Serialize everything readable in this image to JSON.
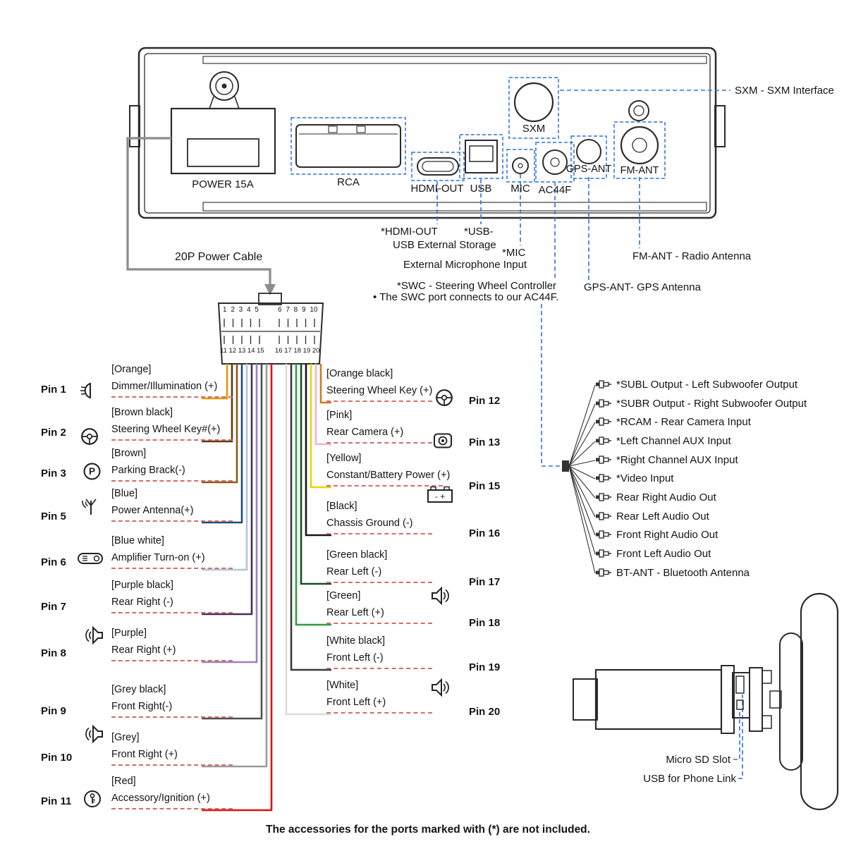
{
  "rear_panel": {
    "power": "POWER 15A",
    "rca": "RCA",
    "hdmi": "HDMI-OUT",
    "usb": "USB",
    "mic": "MIC",
    "ac44f": "AC44F",
    "sxm": "SXM",
    "gps": "GPS-ANT",
    "fm": "FM-ANT"
  },
  "callouts": {
    "sxm": "SXM - SXM Interface",
    "hdmi": "*HDMI-OUT",
    "usb": "*USB-",
    "usb_storage": "USB External Storage",
    "mic": "*MIC",
    "mic_desc": "External Microphone Input",
    "swc": "*SWC - Steering Wheel Controller",
    "swc_desc": "• The SWC port connects to our AC44F.",
    "fm": "FM-ANT - Radio Antenna",
    "gps": "GPS-ANT- GPS Antenna",
    "power_cable": "20P Power Cable"
  },
  "connector": {
    "top_left": "1 2 3 4 5",
    "top_right": "6 7 8 9 10",
    "bottom_left": "11 12 13 14 15",
    "bottom_right": "16 17 18 19 20"
  },
  "pins_left": [
    {
      "pin": "Pin 1",
      "color": "[Orange]",
      "function": "Dimmer/Illumination (+)",
      "wire": "#e8940a"
    },
    {
      "pin": "Pin 2",
      "color": "[Brown black]",
      "function": "Steering Wheel Key#(+)",
      "wire": "#5c3a10"
    },
    {
      "pin": "Pin 3",
      "color": "[Brown]",
      "function": "Parking Brack(-)",
      "wire": "#8a5c16"
    },
    {
      "pin": "Pin 5",
      "color": "[Blue]",
      "function": "Power Antenna(+)",
      "wire": "#1e4e79"
    },
    {
      "pin": "Pin 6",
      "color": "[Blue white]",
      "function": "Amplifier Turn-on (+)",
      "wire": "#aec8dc"
    },
    {
      "pin": "Pin 7",
      "color": "[Purple black]",
      "function": "Rear Right (-)",
      "wire": "#4a2c5e"
    },
    {
      "pin": "Pin 8",
      "color": "[Purple]",
      "function": "Rear Right (+)",
      "wire": "#9c7fc0"
    },
    {
      "pin": "Pin 9",
      "color": "[Grey black]",
      "function": "Front Right(-)",
      "wire": "#4f4f4f"
    },
    {
      "pin": "Pin 10",
      "color": "[Grey]",
      "function": "Front Right (+)",
      "wire": "#9b9b9b"
    },
    {
      "pin": "Pin 11",
      "color": "[Red]",
      "function": "Accessory/Ignition (+)",
      "wire": "#e01010"
    }
  ],
  "pins_right": [
    {
      "pin": "Pin 12",
      "color": "[Orange black]",
      "function": "Steering Wheel Key (+)",
      "wire": "#c87d1e"
    },
    {
      "pin": "Pin 13",
      "color": "[Pink]",
      "function": "Rear Camera (+)",
      "wire": "#efb6c8"
    },
    {
      "pin": "Pin 15",
      "color": "[Yellow]",
      "function": "Constant/Battery Power (+)",
      "wire": "#e8d409"
    },
    {
      "pin": "Pin 16",
      "color": "[Black]",
      "function": "Chassis Ground (-)",
      "wire": "#161616"
    },
    {
      "pin": "Pin 17",
      "color": "[Green black]",
      "function": "Rear Left (-)",
      "wire": "#14501e"
    },
    {
      "pin": "Pin 18",
      "color": "[Green]",
      "function": "Rear Left (+)",
      "wire": "#2f9e41"
    },
    {
      "pin": "Pin 19",
      "color": "[White black]",
      "function": "Front Left (-)",
      "wire": "#3a3a3a"
    },
    {
      "pin": "Pin 20",
      "color": "[White]",
      "function": "Front Left (+)",
      "wire": "#dcdcd6"
    }
  ],
  "ac44f_outputs": [
    "*SUBL Output - Left Subwoofer Output",
    "*SUBR Output - Right Subwoofer Output",
    "*RCAM - Rear Camera Input",
    "*Left Channel AUX Input",
    "*Right Channel AUX Input",
    "*Video Input",
    "Rear Right Audio Out",
    "Rear Left Audio Out",
    "Front Right Audio Out",
    "Front Left Audio Out",
    "BT-ANT - Bluetooth Antenna"
  ],
  "device": {
    "sd": "Micro SD Slot",
    "usb": "USB for Phone Link"
  },
  "glyphs": {
    "parking": "P",
    "battery": "- +"
  },
  "footer": "The accessories for the ports marked with (*) are not included."
}
